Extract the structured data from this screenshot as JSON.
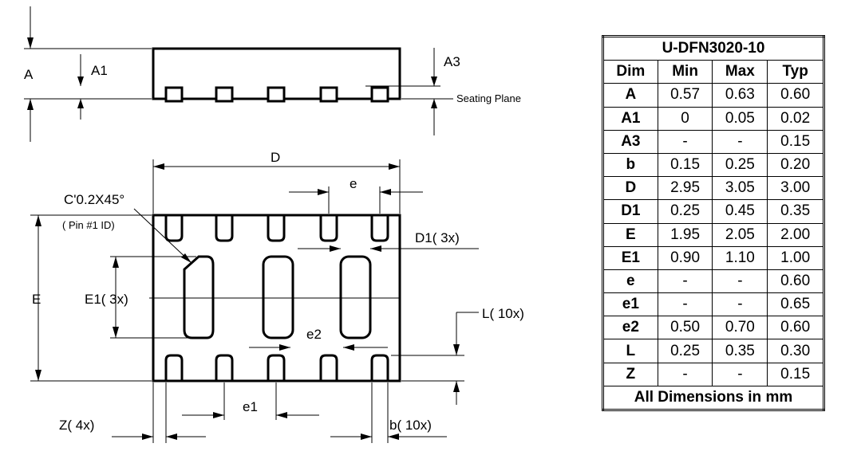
{
  "labels": {
    "A": "A",
    "A1": "A1",
    "A3": "A3",
    "seating_plane": "Seating Plane",
    "D": "D",
    "e": "e",
    "chamfer": "C'0.2X45°",
    "pin1": "( Pin #1 ID)",
    "D1": "D1(  3x)",
    "E": "E",
    "E1": "E1(  3x)",
    "e2": "e2",
    "L": "L(  10x)",
    "e1": "e1",
    "Z": "Z(  4x)",
    "b": "b(  10x)"
  },
  "table": {
    "title": "U-DFN3020-10",
    "headers": [
      "Dim",
      "Min",
      "Max",
      "Typ"
    ],
    "rows": [
      [
        "A",
        "0.57",
        "0.63",
        "0.60"
      ],
      [
        "A1",
        "0",
        "0.05",
        "0.02"
      ],
      [
        "A3",
        "-",
        "-",
        "0.15"
      ],
      [
        "b",
        "0.15",
        "0.25",
        "0.20"
      ],
      [
        "D",
        "2.95",
        "3.05",
        "3.00"
      ],
      [
        "D1",
        "0.25",
        "0.45",
        "0.35"
      ],
      [
        "E",
        "1.95",
        "2.05",
        "2.00"
      ],
      [
        "E1",
        "0.90",
        "1.10",
        "1.00"
      ],
      [
        "e",
        "-",
        "-",
        "0.60"
      ],
      [
        "e1",
        "-",
        "-",
        "0.65"
      ],
      [
        "e2",
        "0.50",
        "0.70",
        "0.60"
      ],
      [
        "L",
        "0.25",
        "0.35",
        "0.30"
      ],
      [
        "Z",
        "-",
        "-",
        "0.15"
      ]
    ],
    "footer": "All Dimensions in mm"
  }
}
